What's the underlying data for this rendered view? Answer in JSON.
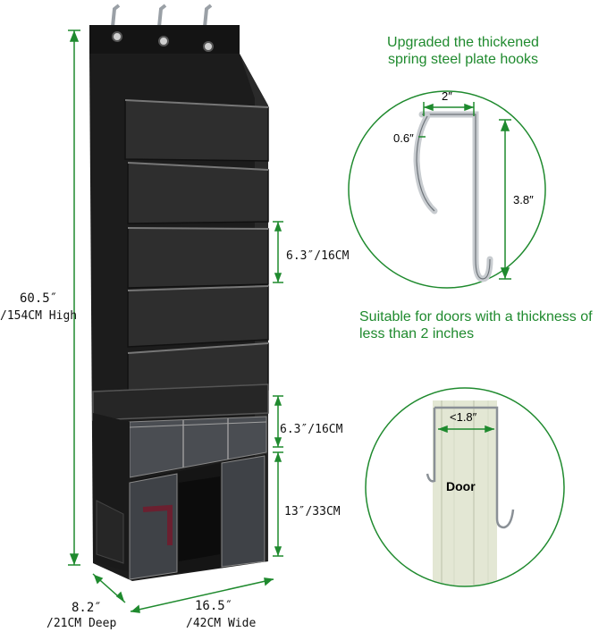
{
  "product": {
    "height_in": "60.5″",
    "height_cm": "/154CM High",
    "width_in": "16.5″",
    "width_cm": "/42CM Wide",
    "depth_in": "8.2″",
    "depth_cm": "/21CM Deep",
    "pocket_height": "6.3″/16CM",
    "clear_pocket_height": "6.3″/16CM",
    "bottom_pocket_height": "13″/33CM"
  },
  "hook": {
    "caption": "Upgraded the thickened spring steel plate hooks",
    "width": "2″",
    "thickness": "0.6″",
    "height": "3.8″"
  },
  "door": {
    "caption": "Suitable for doors with a thickness of less than 2 inches",
    "max_thickness": "<1.8″",
    "label": "Door"
  },
  "colors": {
    "accent_green": "#1f8a2e",
    "organizer_black": "#1c1c1c"
  }
}
